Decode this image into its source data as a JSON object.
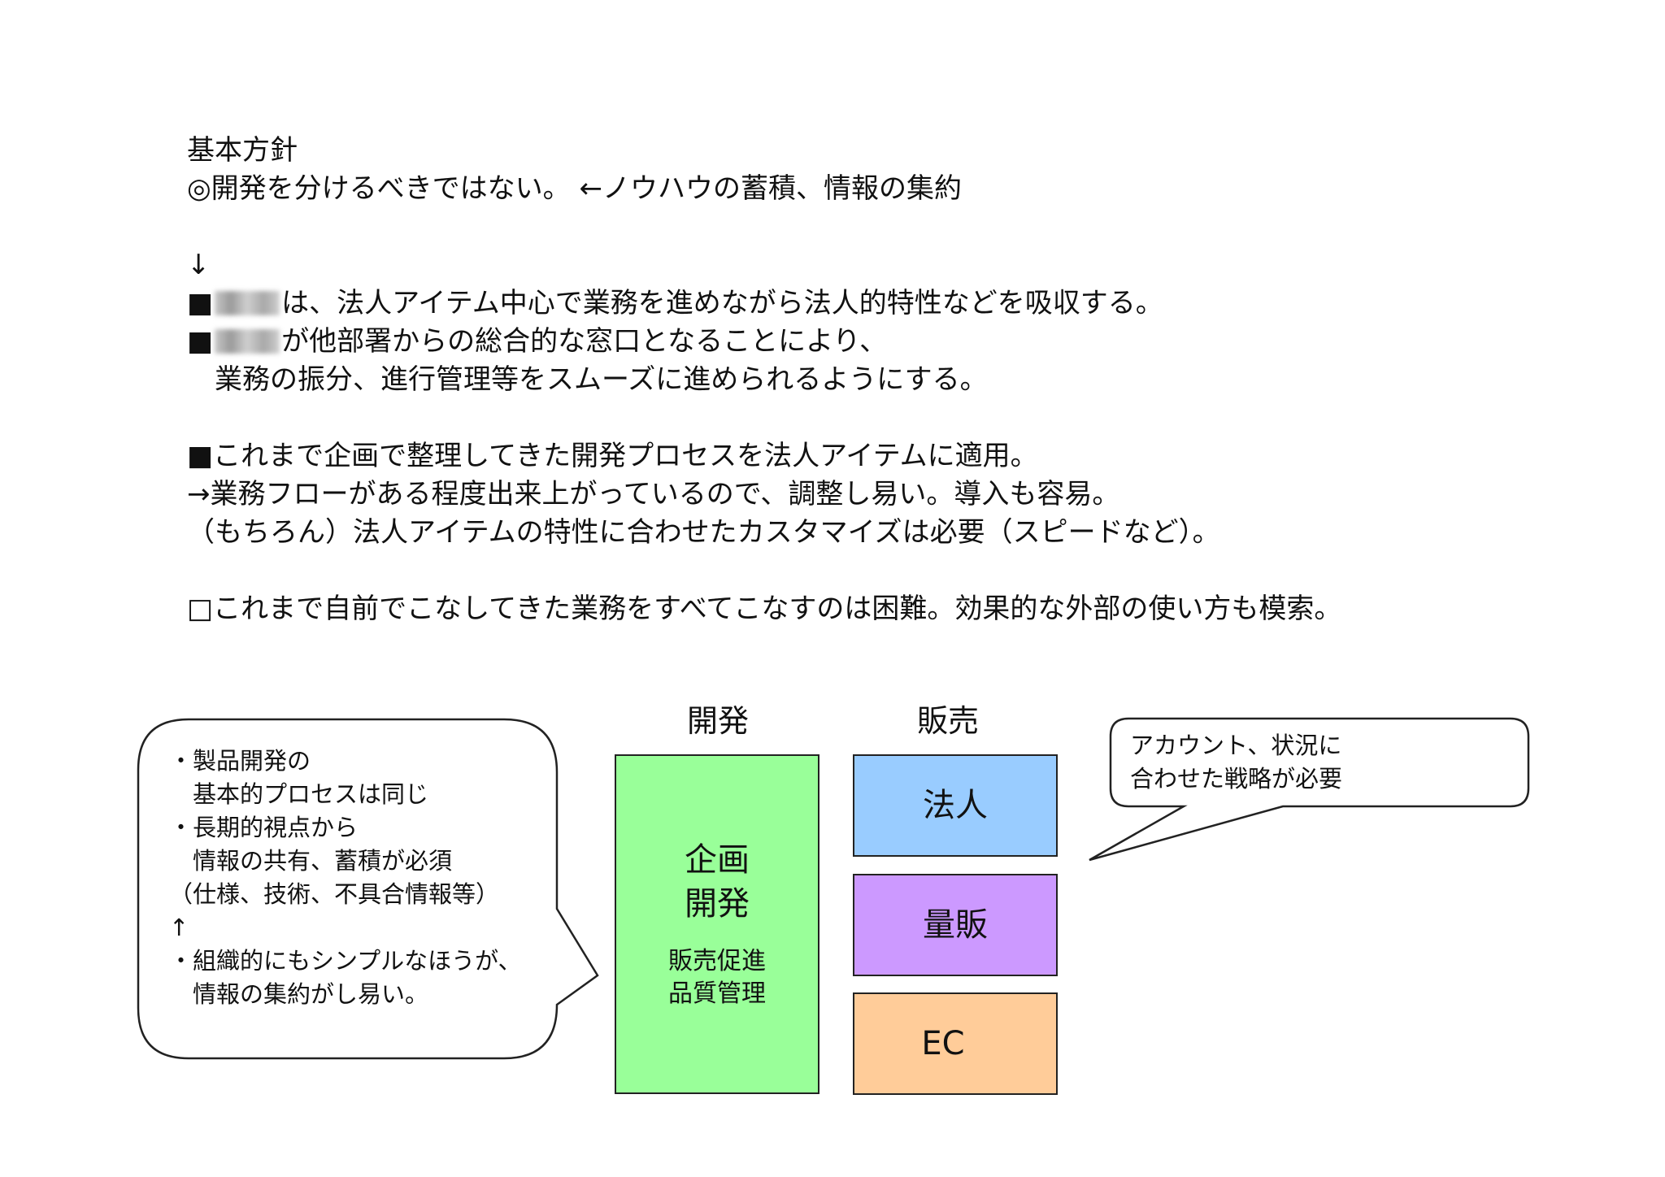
{
  "policy": {
    "lines": [
      {
        "type": "text",
        "text": "基本方針"
      },
      {
        "type": "text",
        "text": "◎開発を分けるべきではない。 ←ノウハウの蓄積、情報の集約"
      },
      {
        "type": "gap"
      },
      {
        "type": "text",
        "text": "↓"
      },
      {
        "type": "redacted",
        "before": "■",
        "after": "は、法人アイテム中心で業務を進めながら法人的特性などを吸収する。"
      },
      {
        "type": "redacted",
        "before": "■",
        "after": "が他部署からの総合的な窓口となることにより、"
      },
      {
        "type": "text",
        "text": "　業務の振分、進行管理等をスムーズに進められるようにする。"
      },
      {
        "type": "gap"
      },
      {
        "type": "text",
        "text": "■これまで企画で整理してきた開発プロセスを法人アイテムに適用。"
      },
      {
        "type": "text",
        "text": "→業務フローがある程度出来上がっているので、調整し易い。導入も容易。"
      },
      {
        "type": "text",
        "text": "（もちろん）法人アイテムの特性に合わせたカスタマイズは必要（スピードなど）。"
      },
      {
        "type": "gap"
      },
      {
        "type": "text",
        "text": "□これまで自前でこなしてきた業務をすべてこなすのは困難。効果的な外部の使い方も模索。"
      }
    ]
  },
  "diagram": {
    "dev_header": "開発",
    "sales_header": "販売",
    "dev_box": {
      "title_lines": [
        "企画",
        "開発"
      ],
      "sub_lines": [
        "販売促進",
        "品質管理"
      ],
      "color": "#99ff99"
    },
    "sales_boxes": [
      {
        "label": "法人",
        "color": "#99ccff"
      },
      {
        "label": "量販",
        "color": "#cc99ff"
      },
      {
        "label": "EC",
        "color": "#ffcc99"
      }
    ],
    "left_callout": {
      "lines": [
        "・製品開発の",
        "　基本的プロセスは同じ",
        "・長期的視点から",
        "　情報の共有、蓄積が必須",
        "（仕様、技術、不具合情報等）",
        "↑",
        "・組織的にもシンプルなほうが、",
        "　情報の集約がし易い。"
      ]
    },
    "right_callout": {
      "lines": [
        "アカウント、状況に",
        "合わせた戦略が必要"
      ]
    }
  }
}
